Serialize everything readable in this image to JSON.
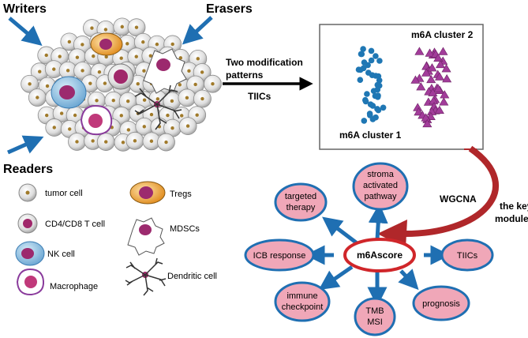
{
  "corner_labels": {
    "writers": "Writers",
    "erasers": "Erasers",
    "readers": "Readers"
  },
  "arrow_labels": {
    "modification_line1": "Two modification",
    "modification_line2": "patterns",
    "tiics": "TIICs",
    "wgcna": "WGCNA",
    "key_module_line1": "the key",
    "key_module_line2": "module"
  },
  "cluster_box": {
    "cluster1": "m6A cluster 1",
    "cluster2": "m6A cluster 2"
  },
  "legend": {
    "tumor_cell": "tumor cell",
    "cd4_cd8_t_cell": "CD4/CD8 T cell",
    "nk_cell": "NK cell",
    "macrophage": "Macrophage",
    "tregs": "Tregs",
    "mdscs": "MDSCs",
    "dendritic_cell": "Dendritic cell"
  },
  "hub": {
    "center": "m6Ascore",
    "targeted_therapy": [
      "targeted",
      "therapy"
    ],
    "stroma_pathway": [
      "stroma",
      "activated",
      "pathway"
    ],
    "tiics": "TIICs",
    "prognosis": "prognosis",
    "tmb_msi": [
      "TMB",
      "MSI"
    ],
    "immune_checkpoint": [
      "immune",
      "checkpoint"
    ],
    "icb_response": "ICB response"
  },
  "colors": {
    "arrow_blue": "#1f6fb2",
    "node_pink": "#f0a7b8",
    "center_red": "#d0262a",
    "curve_red": "#b0272a",
    "dot_blue": "#1f77b4",
    "triangle_purple": "#a23c9a"
  }
}
